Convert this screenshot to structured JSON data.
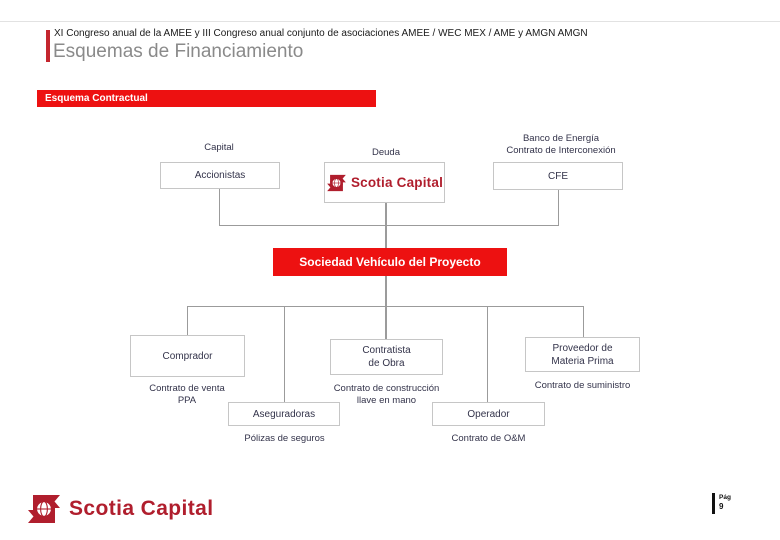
{
  "header": {
    "line1": "XI Congreso anual de la AMEE y III Congreso anual conjunto de asociaciones AMEE / WEC MEX / AME y AMGN AMGN",
    "line2": "Esquemas de Financiamiento"
  },
  "banner": {
    "label": "Esquema Contractual"
  },
  "colors": {
    "primary_red": "#ed1111",
    "logo_red": "#b01e2d",
    "accent_bar_red": "#c4262e",
    "subtitle_gray": "#8a8a8a",
    "connector_gray": "#9b9b9b",
    "box_border_gray": "#c6c6c6",
    "diagram_text": "#33334a"
  },
  "diagram": {
    "top": {
      "capital_label": "Capital",
      "deuda_label": "Deuda",
      "banco_label": "Banco de Energía\nContrato de Interconexión",
      "accionistas_box": "Accionistas",
      "scotia_logo_text": "Scotia Capital",
      "cfe_box": "CFE"
    },
    "spv_box": "Sociedad Vehículo del Proyecto",
    "bottom": {
      "comprador_box": "Comprador",
      "contrato_venta_label": "Contrato de venta\nPPA",
      "contratista_box": "Contratista\nde Obra",
      "contrato_construccion_label": "Contrato de construcción\nllave en mano",
      "proveedor_box": "Proveedor de\nMateria Prima",
      "contrato_suministro_label": "Contrato de suministro",
      "aseguradoras_box": "Aseguradoras",
      "polizas_label": "Pólizas de seguros",
      "operador_box": "Operador",
      "contrato_om_label": "Contrato de O&M"
    }
  },
  "footer": {
    "logo_text": "Scotia Capital",
    "page_label": "Pág",
    "page_number": "9"
  }
}
